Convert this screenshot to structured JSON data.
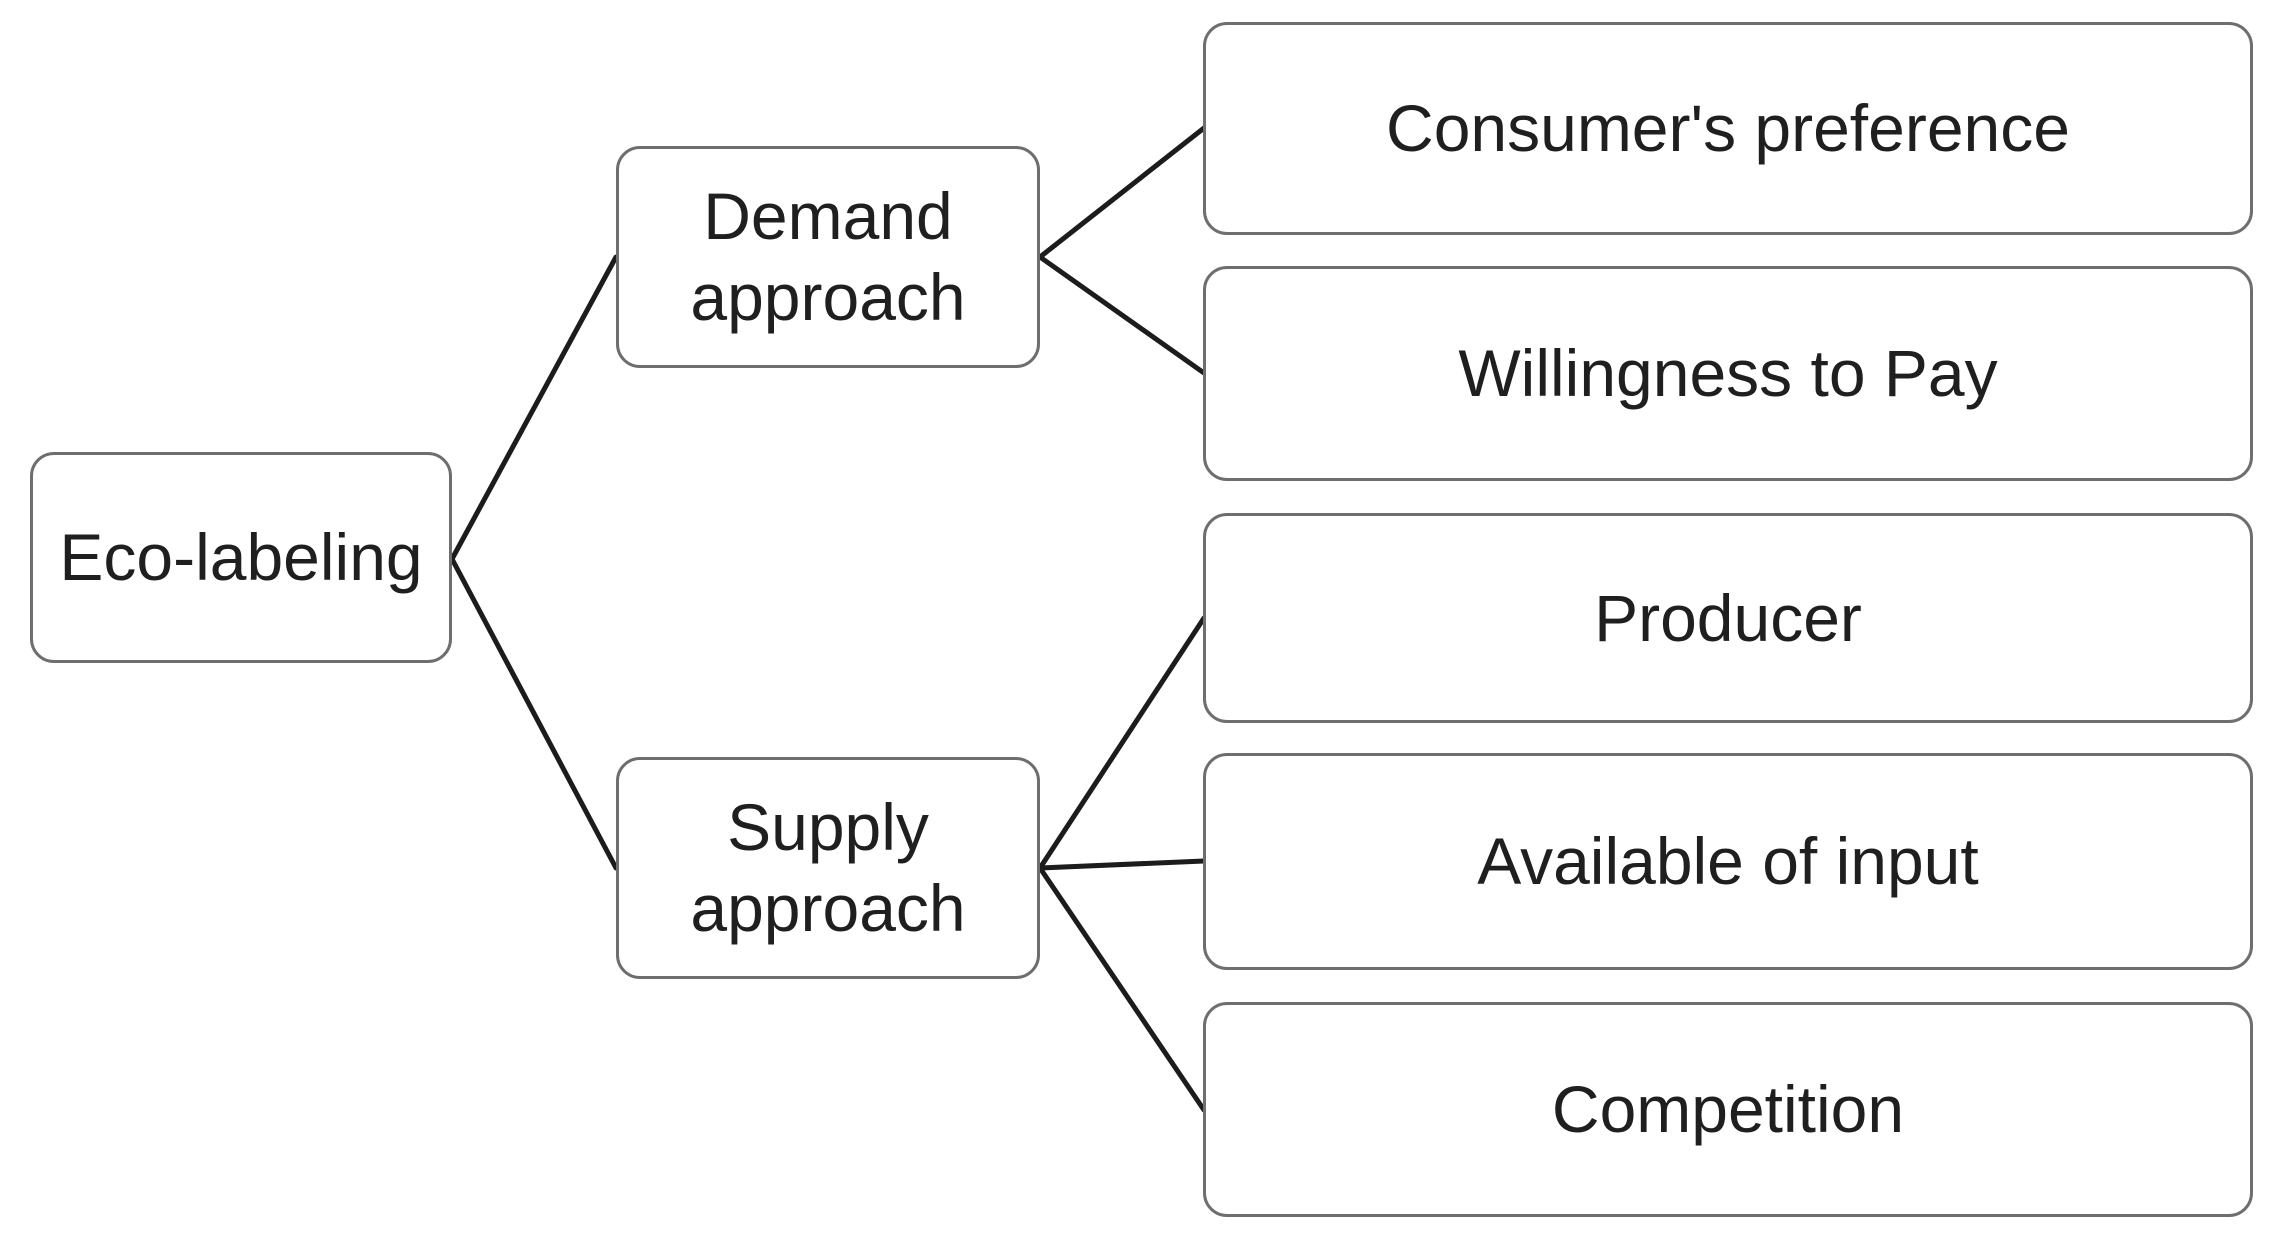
{
  "colors": {
    "background": "#ffffff",
    "box_fill": "#ffffff",
    "box_border": "#6e6e6e",
    "connector": "#1c1c1c",
    "text": "#1f1f1f"
  },
  "diagram": {
    "type": "tree",
    "direction": "left-to-right",
    "root": {
      "label": "Eco-labeling"
    },
    "branches": [
      {
        "label": "Demand approach",
        "children": [
          {
            "label": "Consumer's preference"
          },
          {
            "label": "Willingness to Pay"
          }
        ]
      },
      {
        "label": "Supply approach",
        "children": [
          {
            "label": "Producer"
          },
          {
            "label": "Available of input"
          },
          {
            "label": "Competition"
          }
        ]
      }
    ]
  }
}
